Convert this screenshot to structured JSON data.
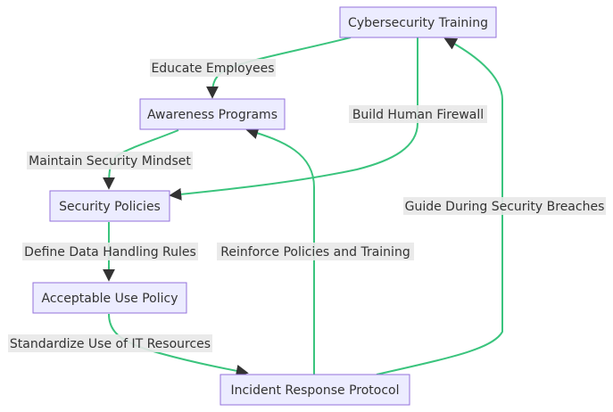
{
  "diagram": {
    "type": "flowchart",
    "nodes": {
      "training": "Cybersecurity Training",
      "awareness": "Awareness Programs",
      "policies": "Security Policies",
      "aup": "Acceptable Use Policy",
      "incident": "Incident Response Protocol"
    },
    "edges": {
      "educate": "Educate Employees",
      "firewall": "Build Human Firewall",
      "mindset": "Maintain Security Mindset",
      "data_rules": "Define Data Handling Rules",
      "it_resources": "Standardize Use of IT Resources",
      "reinforce": "Reinforce Policies and Training",
      "breaches": "Guide During Security Breaches"
    },
    "colors": {
      "node_fill": "#ECECFF",
      "node_border": "#9370DB",
      "edge": "#3ac47d",
      "label_bg": "#e8e8e8",
      "text": "#333333"
    }
  }
}
